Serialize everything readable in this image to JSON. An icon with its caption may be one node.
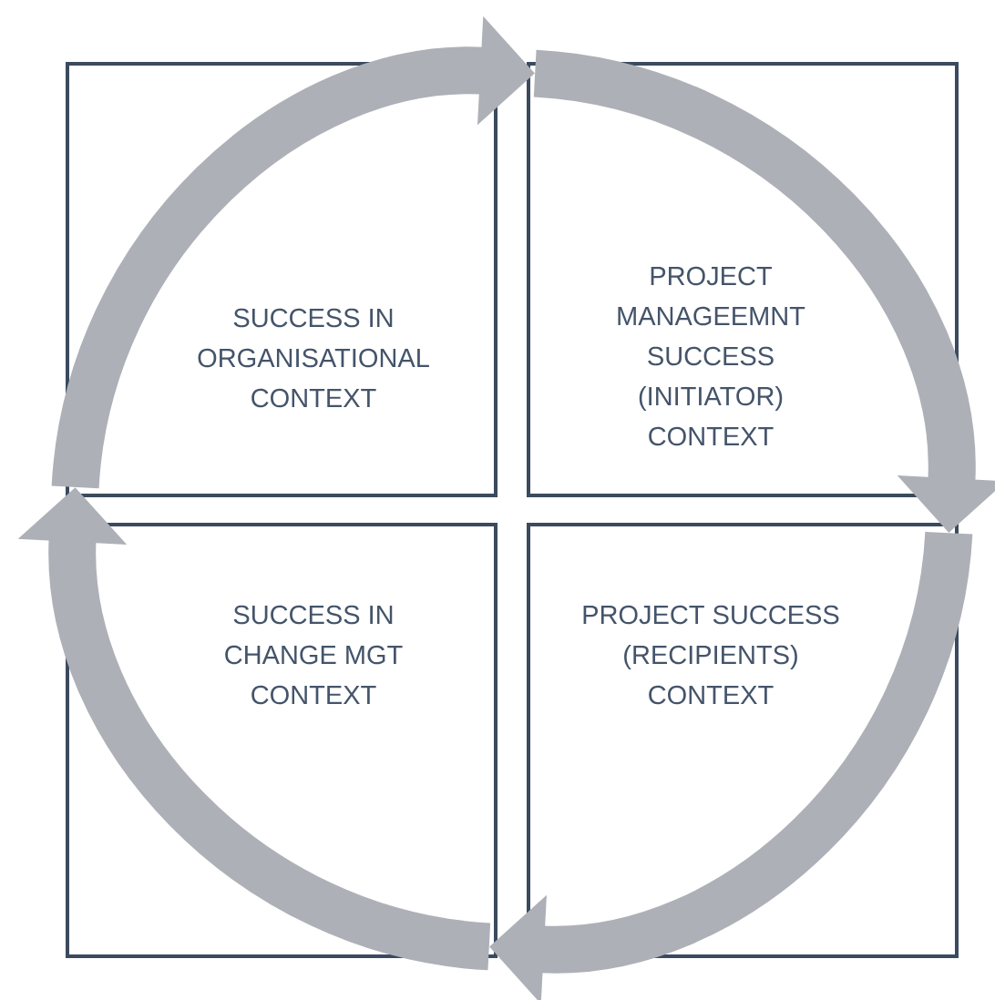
{
  "diagram": {
    "nodes": [
      {
        "text": [
          "SUCCESS IN ORGANISATIONAL CONTEXT"
        ]
      },
      {
        "text": [
          "PROJECT MANAGEEMNT SUCCESS (INITIATOR) CONTEXT"
        ]
      },
      {
        "text": [
          "SUCCESS IN CHANGE MGT CONTEXT"
        ]
      },
      {
        "text": [
          "PROJECT SUCCESS (RECIPIENTS) CONTEXT"
        ]
      }
    ],
    "edges": [
      {
        "from": 0,
        "to": 1,
        "arrow": "to"
      },
      {
        "from": 1,
        "to": 3,
        "arrow": "to"
      },
      {
        "from": 3,
        "to": 2,
        "arrow": "to"
      },
      {
        "from": 2,
        "to": 0,
        "arrow": "to"
      }
    ]
  }
}
